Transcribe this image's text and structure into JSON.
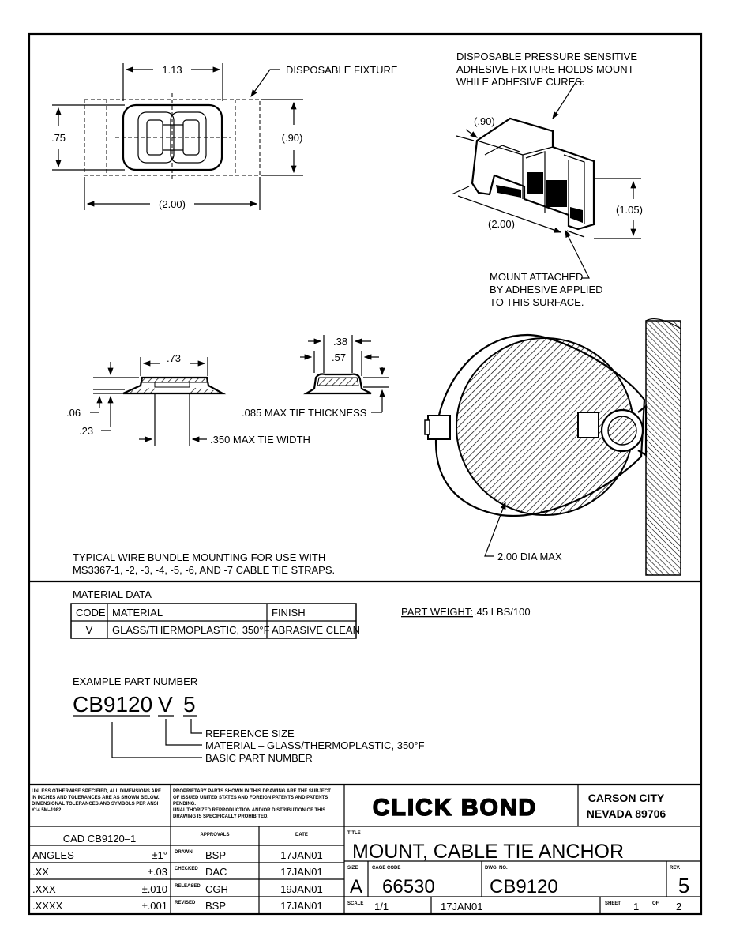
{
  "views": {
    "top_view": {
      "dim_width": "1.13",
      "dim_height": ".75",
      "dim_fixture_height": "(.90)",
      "dim_fixture_width": "(2.00)",
      "label": "DISPOSABLE FIXTURE"
    },
    "iso_view": {
      "note_lines": [
        "DISPOSABLE PRESSURE SENSITIVE",
        "ADHESIVE FIXTURE HOLDS MOUNT",
        "WHILE ADHESIVE CURES."
      ],
      "dim_depth": "(.90)",
      "dim_width": "(2.00)",
      "dim_height": "(1.05)",
      "mount_note_lines": [
        "MOUNT ATTACHED",
        "BY ADHESIVE APPLIED",
        "TO THIS SURFACE."
      ]
    },
    "side_view": {
      "dim_top": ".73",
      "dim_base": ".06",
      "dim_height": ".23",
      "tie_width": ".350 MAX TIE WIDTH"
    },
    "end_view": {
      "dim_a": ".38",
      "dim_b": ".57",
      "tie_thickness": ".085 MAX TIE THICKNESS"
    },
    "bundle_view": {
      "dia_label": "2.00 DIA MAX"
    },
    "typical_note_lines": [
      "TYPICAL WIRE BUNDLE MOUNTING FOR USE WITH",
      "MS3367-1, -2, -3, -4, -5, -6, AND -7 CABLE TIE STRAPS."
    ]
  },
  "material": {
    "title": "MATERIAL DATA",
    "headers": [
      "CODE",
      "MATERIAL",
      "FINISH"
    ],
    "rows": [
      [
        "V",
        "GLASS/THERMOPLASTIC, 350°F",
        "ABRASIVE CLEAN"
      ]
    ],
    "weight_label": "PART WEIGHT:",
    "weight_value": ".45 LBS/100"
  },
  "example": {
    "title": "EXAMPLE PART NUMBER",
    "basic": "CB9120",
    "material_code": "V",
    "size": "5",
    "legend": [
      "REFERENCE SIZE",
      "MATERIAL  –  GLASS/THERMOPLASTIC, 350°F",
      "BASIC PART NUMBER"
    ]
  },
  "title_block": {
    "tolerance_note": [
      "UNLESS OTHERWISE SPECIFIED, ALL DIMENSIONS ARE",
      "IN INCHES AND TOLERANCES ARE AS SHOWN BELOW.",
      "DIMENSIONAL TOLERANCES AND SYMBOLS PER ANSI",
      "Y14.5M–1982."
    ],
    "proprietary_note": [
      "PROPRIETARY PARTS SHOWN IN THIS DRAWING ARE THE SUBJECT",
      "OF ISSUED UNITED STATES AND FOREIGN PATENTS AND PATENTS",
      "PENDING.",
      "UNAUTHORIZED REPRODUCTION AND/OR DISTRIBUTION OF THIS",
      "DRAWING IS SPECIFICALLY PROHIBITED."
    ],
    "logo": "CLICK BOND",
    "city": "CARSON CITY",
    "state": "NEVADA 89706",
    "cad": "CAD  CB9120–1",
    "approvals_header": "APPROVALS",
    "date_header": "DATE",
    "tolerances": [
      {
        "label": "ANGLES",
        "value": "±1°"
      },
      {
        "label": ".XX",
        "value": "±.03"
      },
      {
        "label": ".XXX",
        "value": "±.010"
      },
      {
        "label": ".XXXX",
        "value": "±.001"
      }
    ],
    "approvals": [
      {
        "role": "DRAWN",
        "name": "BSP",
        "date": "17JAN01"
      },
      {
        "role": "CHECKED",
        "name": "DAC",
        "date": "17JAN01"
      },
      {
        "role": "RELEASED",
        "name": "CGH",
        "date": "19JAN01"
      },
      {
        "role": "REVISED",
        "name": "BSP",
        "date": "17JAN01"
      }
    ],
    "title_label": "TITLE",
    "title": "MOUNT,  CABLE  TIE  ANCHOR",
    "size_label": "SIZE",
    "size": "A",
    "cage_label": "CAGE CODE",
    "cage": "66530",
    "dwg_label": "DWG. NO.",
    "dwg": "CB9120",
    "rev_label": "REV.",
    "rev": "5",
    "scale_label": "SCALE",
    "scale": "1/1",
    "scale_date": "17JAN01",
    "sheet_label": "SHEET",
    "sheet": "1",
    "of_label": "OF",
    "of": "2"
  }
}
